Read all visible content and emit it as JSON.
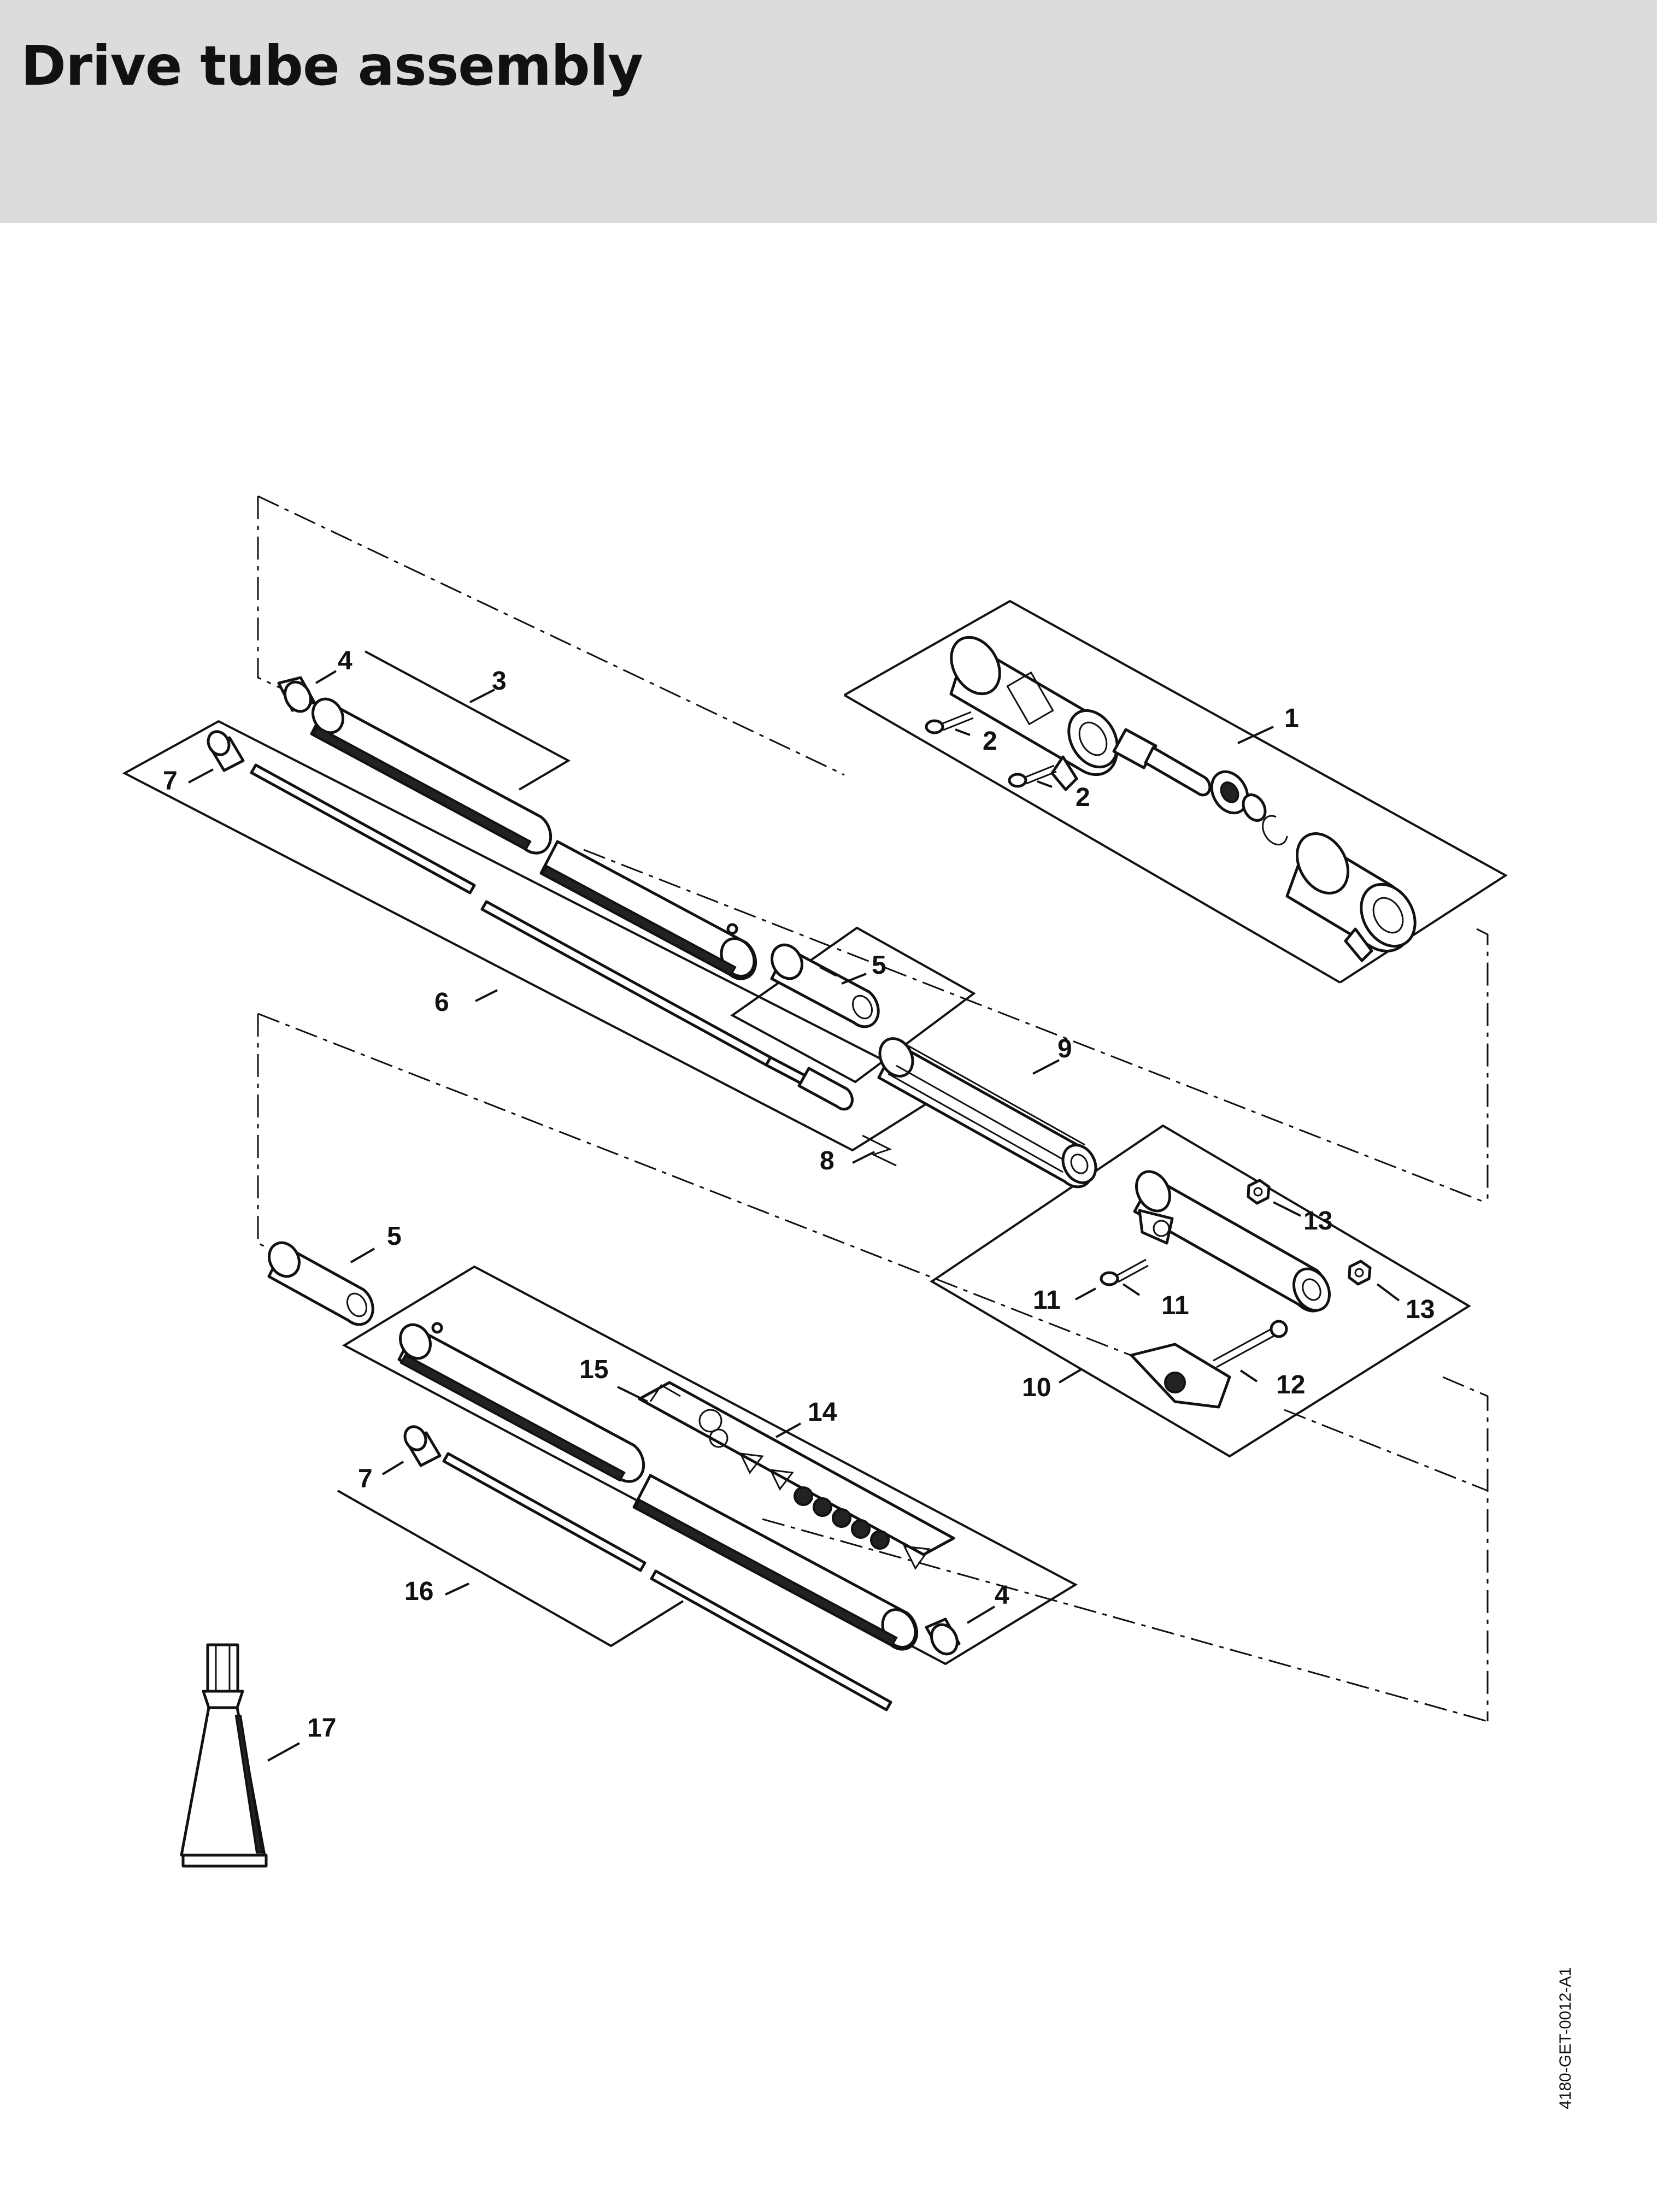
{
  "header": {
    "title": "Drive tube assembly"
  },
  "diagram": {
    "callouts": [
      "1",
      "2",
      "2",
      "3",
      "4",
      "5",
      "6",
      "7",
      "8",
      "9",
      "10",
      "11",
      "11",
      "12",
      "13",
      "13",
      "5",
      "15",
      "14",
      "7",
      "16",
      "4",
      "17"
    ]
  },
  "footer": {
    "document_code": "4180-GET-0012-A1"
  },
  "colors": {
    "header_background": "#dcdddb",
    "line": "#111111"
  }
}
